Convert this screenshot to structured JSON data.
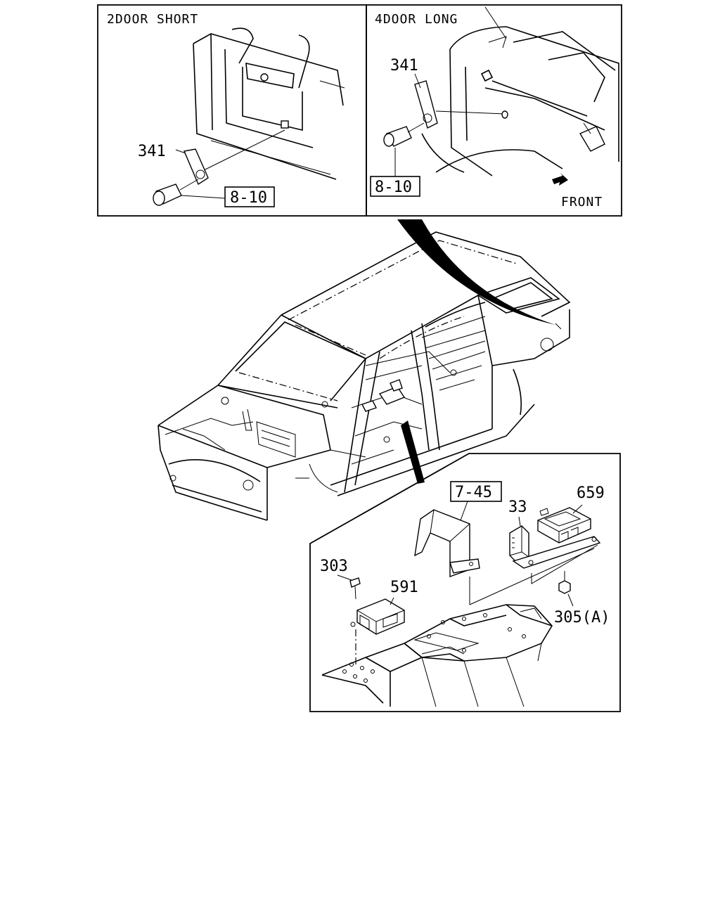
{
  "panels": {
    "two_door": {
      "title": "2DOOR SHORT",
      "part": "341",
      "ref": "8-10"
    },
    "four_door": {
      "title": "4DOOR LONG",
      "part": "341",
      "ref": "8-10",
      "direction": "FRONT"
    }
  },
  "detail": {
    "bracket_ref": "7-45",
    "parts": {
      "p33": "33",
      "p659": "659",
      "p303": "303",
      "p591": "591",
      "p305": "305(A)"
    }
  }
}
